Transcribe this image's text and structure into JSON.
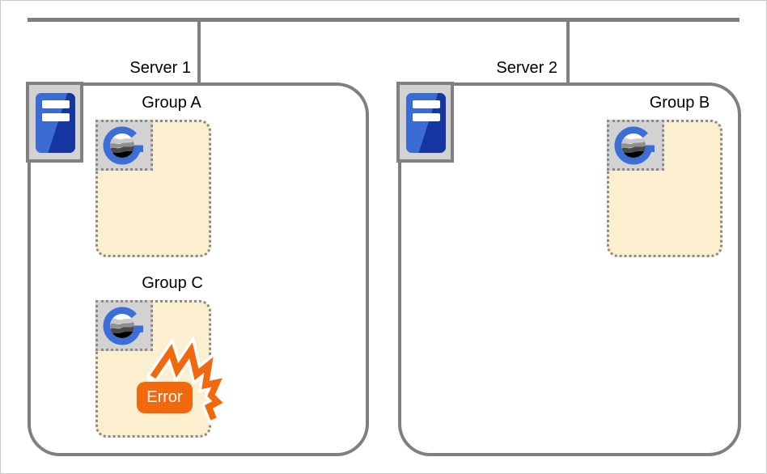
{
  "servers": [
    {
      "label": "Server 1"
    },
    {
      "label": "Server 2"
    }
  ],
  "groups": [
    {
      "label": "Group A",
      "server": "Server 1",
      "status": "normal"
    },
    {
      "label": "Group C",
      "server": "Server 1",
      "status": "error"
    },
    {
      "label": "Group B",
      "server": "Server 2",
      "status": "normal"
    }
  ],
  "error_badge": {
    "label": "Error"
  },
  "icons": {
    "server": "server-tower-icon",
    "group": "globe-g-icon",
    "error": "impact-burst-icon"
  },
  "colors": {
    "line_gray": "#7f7f7f",
    "border_dotted_gray": "#8a8a8a",
    "group_fill_cream": "#fcefcf",
    "icon_box_gray": "#d2d2d2",
    "server_blue_light": "#3a6cd3",
    "server_blue_dark": "#1535a0",
    "logo_blue": "#3b6fd6",
    "error_orange": "#f2690d"
  }
}
